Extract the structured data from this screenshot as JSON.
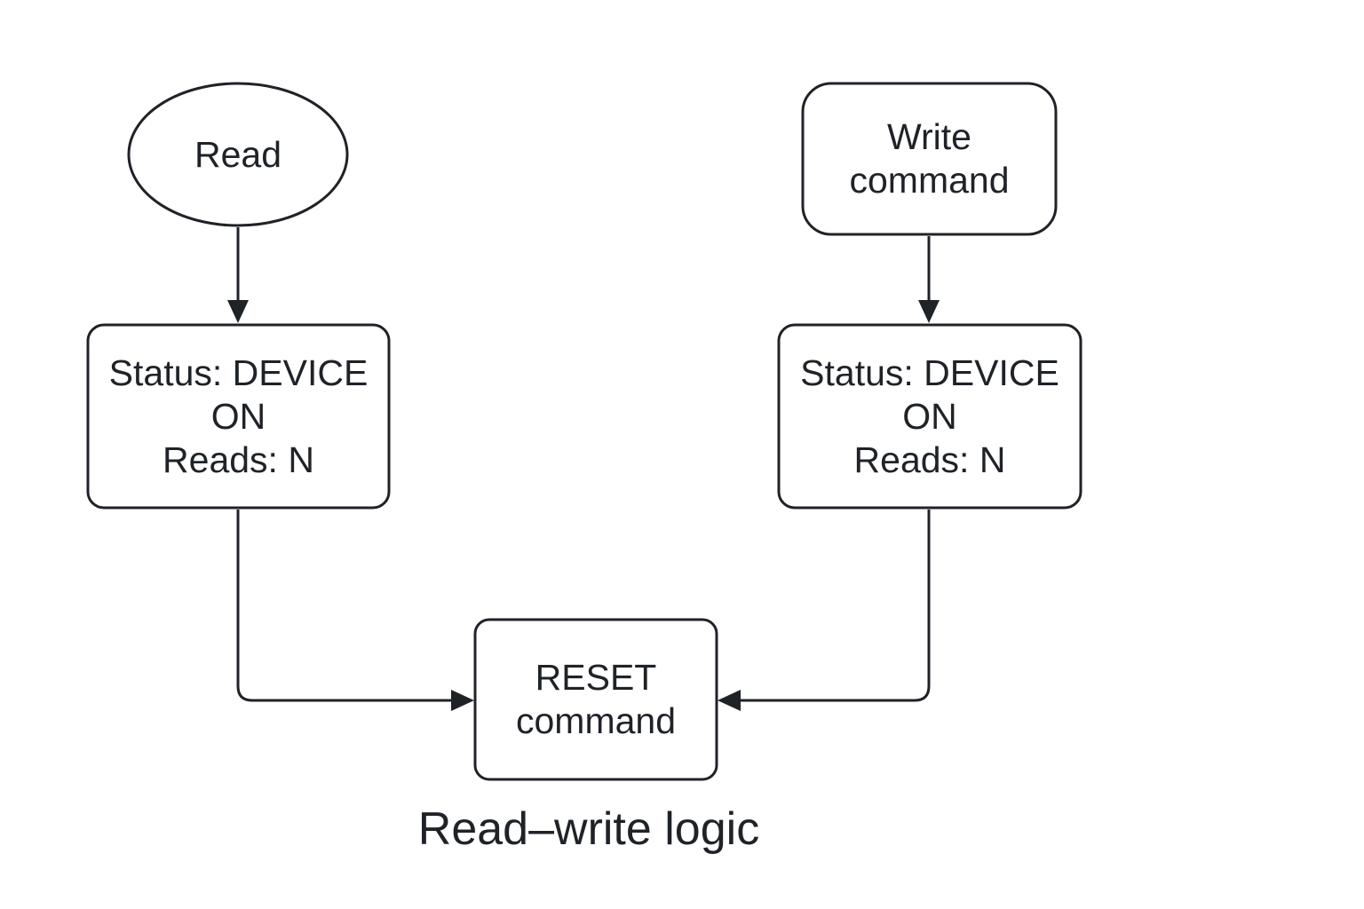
{
  "title": "Read–write logic",
  "nodes": {
    "read": {
      "label": "Read"
    },
    "write": {
      "lines": [
        "Write",
        "command"
      ]
    },
    "status_left": {
      "lines": [
        "Status: DEVICE",
        "ON",
        "Reads: N"
      ]
    },
    "status_right": {
      "lines": [
        "Status: DEVICE",
        "ON",
        "Reads: N"
      ]
    },
    "reset": {
      "lines": [
        "RESET",
        "command"
      ]
    }
  },
  "edges": [
    {
      "from": "Read",
      "to": "Status: DEVICE ON Reads: N"
    },
    {
      "from": "Write command",
      "to": "Status: DEVICE ON Reads: N"
    },
    {
      "from": "Status: DEVICE ON Reads: N",
      "to": "RESET command"
    },
    {
      "from": "Status: DEVICE ON Reads: N",
      "to": "RESET command"
    }
  ],
  "colors": {
    "stroke": "#1f2328",
    "background": "#ffffff"
  }
}
